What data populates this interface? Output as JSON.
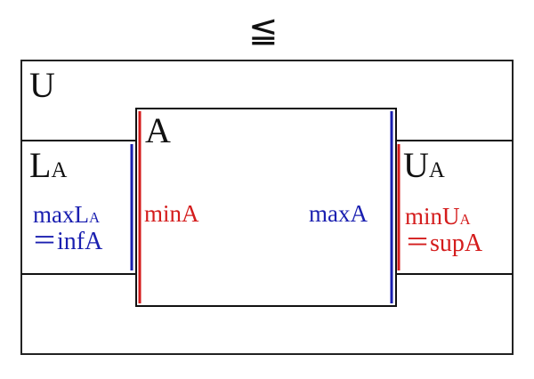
{
  "relation_symbol": "≦",
  "colors": {
    "lines": "#111111",
    "lower": "#1a1fb0",
    "upper": "#d41c1c"
  },
  "universe": {
    "label": "U"
  },
  "set_a": {
    "label": "A",
    "min": "minA",
    "max": "maxA"
  },
  "lower_bounds": {
    "label": "L",
    "label_sub": "A",
    "max_line1_text": "maxL",
    "max_line1_sub": "A",
    "max_line2": "＝infA"
  },
  "upper_bounds": {
    "label": "U",
    "label_sub": "A",
    "min_line1_text": "minU",
    "min_line1_sub": "A",
    "min_line2": "＝supA"
  }
}
